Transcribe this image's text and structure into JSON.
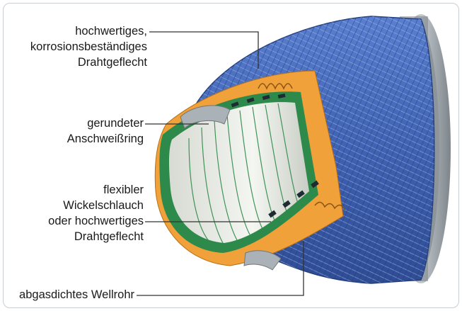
{
  "labels": {
    "drahtgeflecht": "hochwertiges,\nkorrosionsbeständiges\nDrahtgeflecht",
    "anschweissring": "gerundeter\nAnschweißring",
    "wickelschlauch": "flexibler\nWickelschlauch\noder hochwertiges\nDrahtgeflecht",
    "wellrohr": "abgasdichtes Wellrohr"
  },
  "colors": {
    "braid": "#4468b8",
    "braid_dark": "#2d4a90",
    "corrugated_tube": "#f0a13a",
    "liner_inner": "#e9ece6",
    "liner_green": "#2e8a4a",
    "ring": "#9aa3aa",
    "leader_line": "#333333"
  }
}
